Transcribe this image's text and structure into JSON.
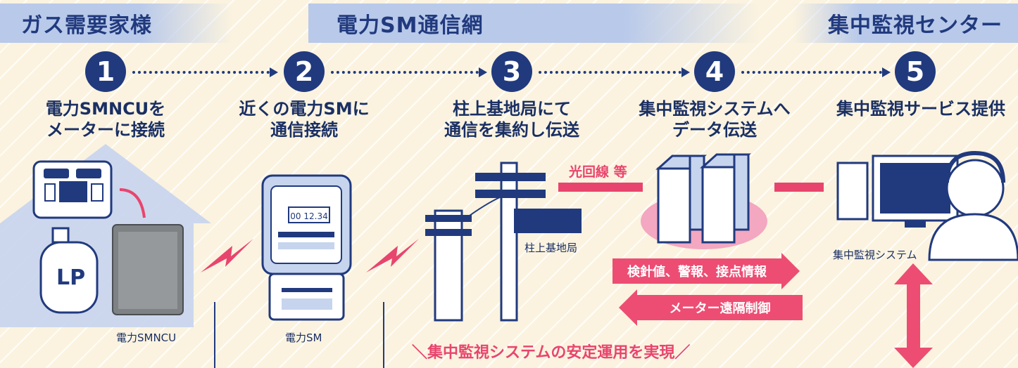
{
  "bands": {
    "gas_customer": "ガス需要家様",
    "power_sm_network": "電力SM通信網",
    "monitoring_center": "集中監視センター"
  },
  "steps": [
    {
      "number": "1",
      "title": "電力SMNCUを\nメーターに接続"
    },
    {
      "number": "2",
      "title": "近くの電力SMに\n通信接続"
    },
    {
      "number": "3",
      "title": "柱上基地局にて\n通信を集約し伝送"
    },
    {
      "number": "4",
      "title": "集中監視システムへ\nデータ伝送"
    },
    {
      "number": "5",
      "title": "集中監視サービス提供"
    }
  ],
  "captions": {
    "smncu": "電力SMNCU",
    "power_sm": "電力SM",
    "base_station": "柱上基地局",
    "monitoring_system": "集中監視システム",
    "lp": "LP",
    "meter_display": "00 12.34"
  },
  "fiber_label": "光回線 等",
  "arrows": {
    "upstream": "検針値、警報、接点情報",
    "downstream": "メーター遠隔制御"
  },
  "footer": "集中監視システムの安定運用を実現",
  "colors": {
    "navy": "#213a7e",
    "pink": "#e8456e",
    "band": "#b8c9ea",
    "background": "#fbf3df"
  }
}
